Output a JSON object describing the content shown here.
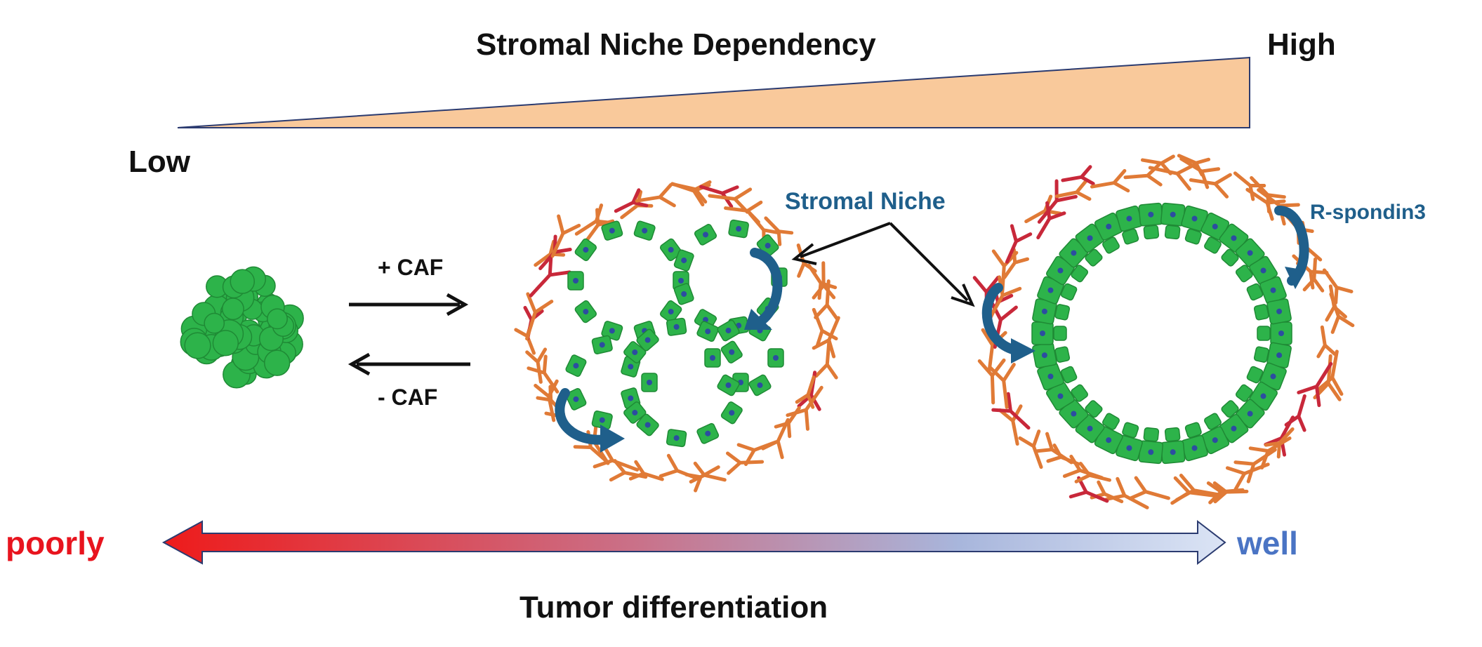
{
  "title": "Stromal Niche Dependency",
  "scale": {
    "high_label": "High",
    "low_label": "Low"
  },
  "transition": {
    "add_label": "+ CAF",
    "remove_label": "- CAF"
  },
  "annotations": {
    "stromal_niche": "Stromal Niche",
    "r_spondin": "R-spondin3"
  },
  "differentiation": {
    "poorly_label": "poorly",
    "well_label": "well",
    "axis_label": "Tumor differentiation"
  },
  "colors": {
    "wedge_fill": "#f9c99b",
    "cell_green": "#2db34a",
    "cell_nucleus": "#2c4da0",
    "caf_orange": "#e07a36",
    "caf_red": "#c8283a",
    "curl_blue": "#1f5f8b",
    "poorly_red": "#e8141e",
    "well_blue": "#4a74c4"
  },
  "icons": [
    "tumor-cluster",
    "organoid-with-caf",
    "gland-with-niche",
    "caf-cell",
    "curved-signal-arrow"
  ]
}
